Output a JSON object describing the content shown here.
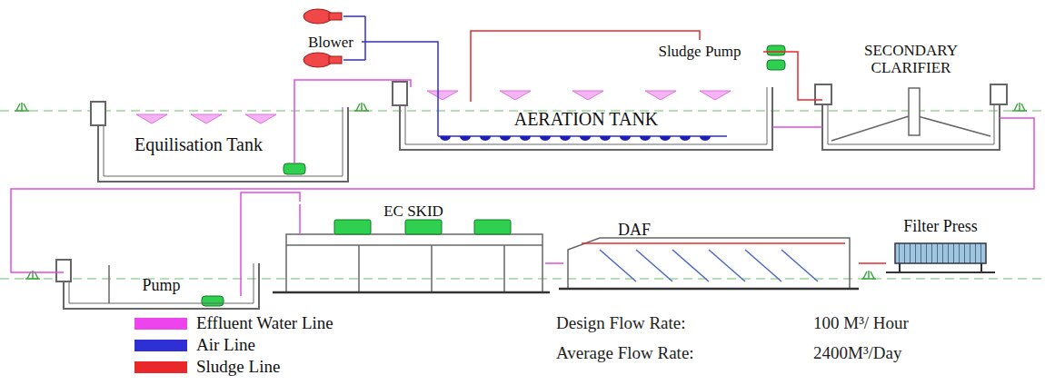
{
  "diagram": {
    "nodes": [
      {
        "text": [
          "Blower"
        ]
      },
      {
        "text": [
          "Sludge Pump"
        ]
      },
      {
        "text": [
          "SECONDARY CLARIFIER"
        ]
      },
      {
        "text": [
          "Equilisation Tank"
        ]
      },
      {
        "text": [
          "AERATION TANK"
        ]
      },
      {
        "text": [
          "EC SKID"
        ]
      },
      {
        "text": [
          "DAF"
        ]
      },
      {
        "text": [
          "Filter Press"
        ]
      },
      {
        "text": [
          "Pump"
        ]
      }
    ],
    "edges": [
      {
        "from": 0,
        "to": 4,
        "arrow": "none"
      },
      {
        "from": 3,
        "to": 4,
        "arrow": "none"
      },
      {
        "from": 4,
        "to": 2,
        "arrow": "none"
      },
      {
        "from": 2,
        "to": 1,
        "arrow": "none"
      },
      {
        "from": 1,
        "to": 4,
        "arrow": "none"
      },
      {
        "from": 2,
        "to": 8,
        "arrow": "none"
      },
      {
        "from": 8,
        "to": 5,
        "arrow": "none"
      },
      {
        "from": 5,
        "to": 6,
        "arrow": "none"
      },
      {
        "from": 6,
        "to": 7,
        "arrow": "none"
      }
    ],
    "labels": [
      "Design Flow Rate:",
      "100 M³/ Hour",
      "Average Flow Rate:",
      "2400M³/Day"
    ],
    "legend": [
      {
        "text": "Effluent Water Line",
        "color": "#ee44ee"
      },
      {
        "text": "Air Line",
        "color": "#2f2fd6"
      },
      {
        "text": "Sludge Line",
        "color": "#e8282a"
      }
    ]
  }
}
